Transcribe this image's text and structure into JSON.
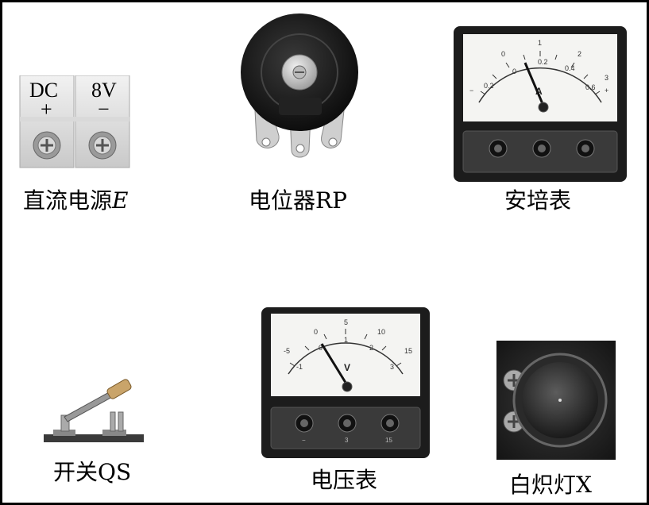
{
  "components": {
    "dc_source": {
      "caption_main": "直流电源",
      "caption_var": "E",
      "left_terminal": {
        "line1": "DC",
        "line2": "+"
      },
      "right_terminal": {
        "line1": "8V",
        "line2": "−"
      }
    },
    "potentiometer": {
      "caption": "电位器RP"
    },
    "ammeter": {
      "caption": "安培表",
      "unit": "A",
      "outer_scale": [
        "0",
        "1",
        "2",
        "3"
      ],
      "inner_scale": [
        "0.2",
        "0",
        "0.2",
        "0.4",
        "0.6"
      ],
      "side_minus": "−",
      "side_plus": "+"
    },
    "switch": {
      "caption": "开关QS"
    },
    "voltmeter": {
      "caption": "电压表",
      "unit": "V",
      "outer_scale": [
        "-5",
        "0",
        "5",
        "10",
        "15"
      ],
      "inner_scale": [
        "-1",
        "0",
        "1",
        "2",
        "3"
      ],
      "terminals": [
        "−",
        "3",
        "15"
      ]
    },
    "lamp": {
      "caption": "白炽灯X"
    }
  },
  "colors": {
    "border": "#000000",
    "device_dark": "#1c1c1c",
    "meter_face": "#f4f4f2",
    "terminal_metal": "#c8c8c8"
  }
}
